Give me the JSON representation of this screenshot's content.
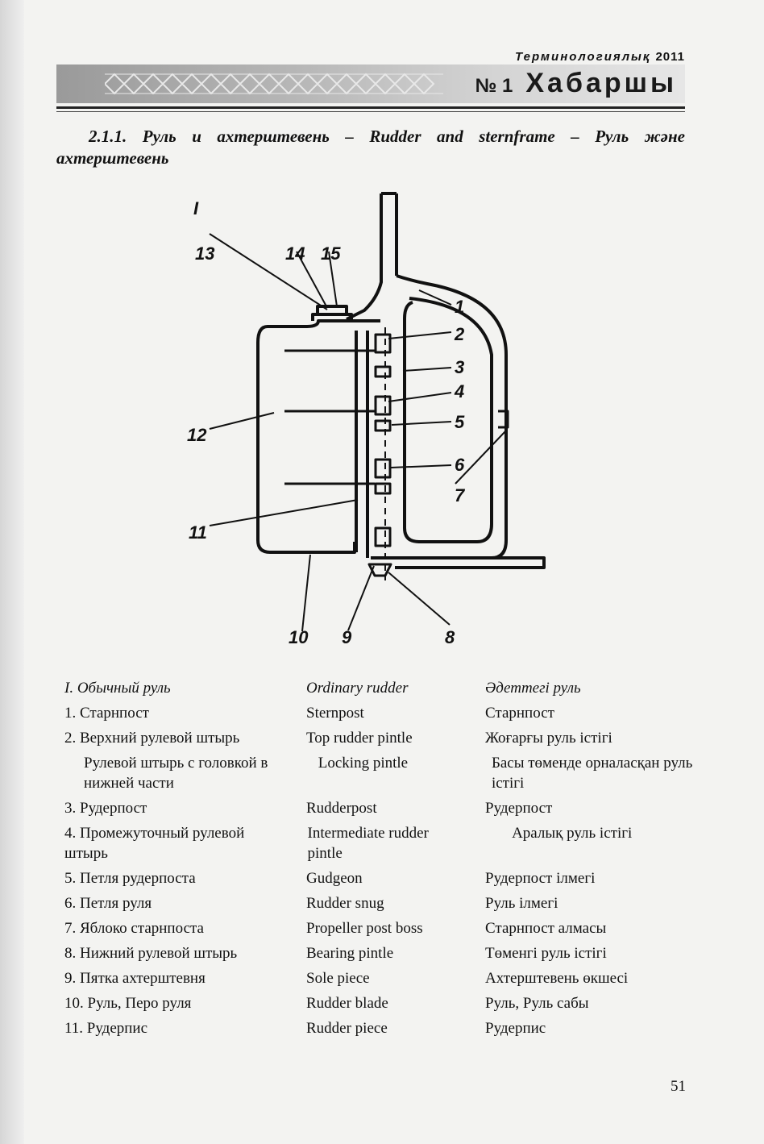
{
  "header": {
    "journal": "Терминологиялық",
    "year": "2011",
    "issue": "№ 1",
    "title": "Хабаршы"
  },
  "section": {
    "heading": "2.1.1. Руль и ахтерштевень – Rudder and sternframe – Руль және ахтерштевень"
  },
  "diagram_labels": [
    "I",
    "1",
    "2",
    "3",
    "4",
    "5",
    "6",
    "7",
    "8",
    "9",
    "10",
    "11",
    "12",
    "13",
    "14",
    "15"
  ],
  "legend": {
    "header": [
      "I. Обычный руль",
      "Ordinary rudder",
      "Әдеттегі руль"
    ],
    "items": [
      [
        "1. Старнпост",
        "Sternpost",
        "Старнпост"
      ],
      [
        "2. Верхний рулевой штырь",
        "Top rudder pintle",
        "Жоғарғы руль істігі"
      ],
      [
        "Рулевой штырь с головкой в нижней части",
        "Locking pintle",
        "Басы төменде орналасқан руль істігі"
      ],
      [
        "3. Рудерпост",
        "Rudderpost",
        "Рудерпост"
      ],
      [
        "4. Промежуточный рулевой штырь",
        "Intermediate rudder pintle",
        "Аралық руль істігі"
      ],
      [
        "5. Петля рудерпоста",
        "Gudgeon",
        "Рудерпост ілмегі"
      ],
      [
        "6. Петля руля",
        "Rudder snug",
        "Руль ілмегі"
      ],
      [
        "7. Яблоко старнпоста",
        "Propeller post boss",
        "Старнпост алмасы"
      ],
      [
        "8. Нижний рулевой штырь",
        "Bearing pintle",
        "Төменгі руль істігі"
      ],
      [
        "9. Пятка ахтерштевня",
        "Sole piece",
        "Ахтерштевень өкшесі"
      ],
      [
        "10. Руль, Перо руля",
        "Rudder blade",
        "Руль, Руль сабы"
      ],
      [
        "11. Рудерпис",
        "Rudder piece",
        "Рудерпис"
      ]
    ]
  },
  "page_number": "51"
}
